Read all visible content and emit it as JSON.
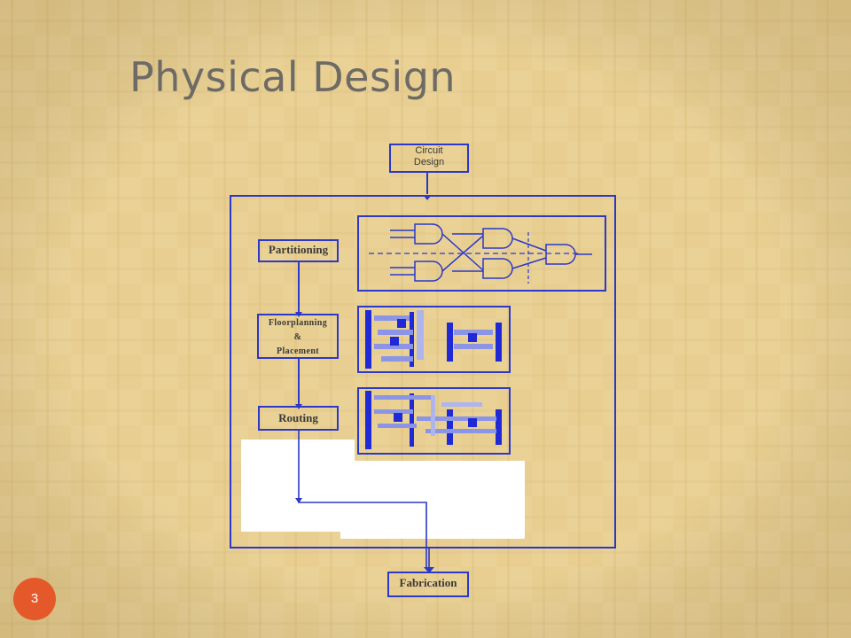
{
  "slide": {
    "title": "Physical Design",
    "number": "3"
  },
  "diagram": {
    "boxes": {
      "circuit_design": [
        "Circuit",
        "Design"
      ],
      "partitioning": "Partitioning",
      "floorplanning": [
        "Floorplanning",
        "&",
        "Placement"
      ],
      "routing": "Routing",
      "fabrication": "Fabrication"
    }
  },
  "colors": {
    "line": "#2b38c9",
    "accent": "#e5582a",
    "title": "#6e6b66"
  }
}
